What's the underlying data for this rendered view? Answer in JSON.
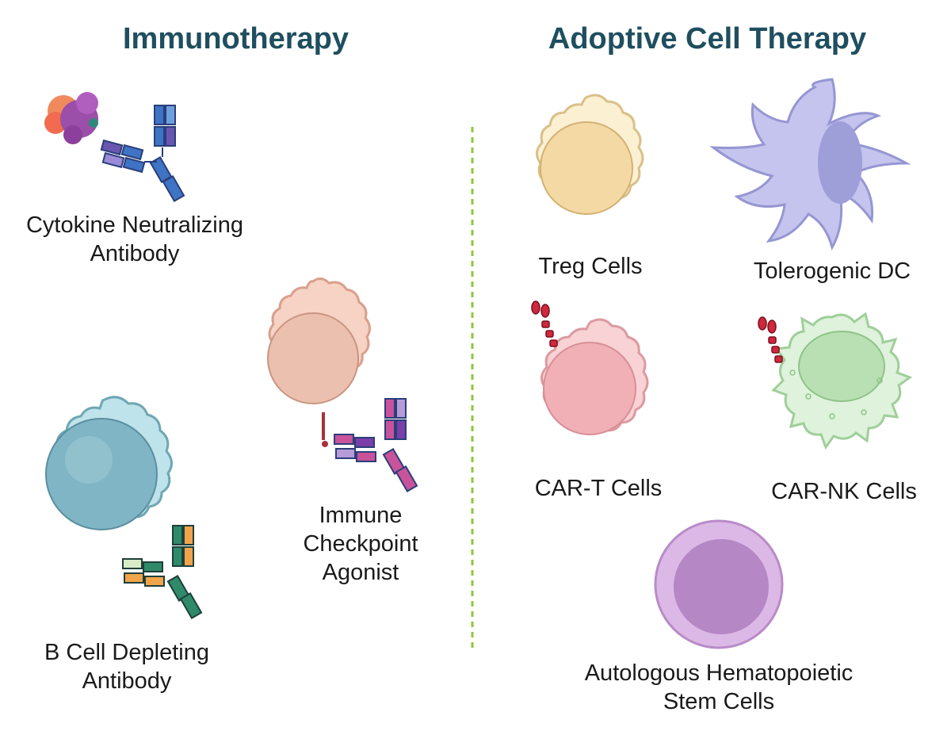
{
  "headings": {
    "left": "Immunotherapy",
    "right": "Adoptive Cell Therapy"
  },
  "labels": {
    "cytokine": [
      "Cytokine Neutralizing",
      "Antibody"
    ],
    "checkpoint": [
      "Immune",
      "Checkpoint",
      "Agonist"
    ],
    "bcell": [
      "B Cell Depleting",
      "Antibody"
    ],
    "treg": [
      "Treg Cells"
    ],
    "dc": [
      "Tolerogenic DC"
    ],
    "cart": [
      "CAR-T Cells"
    ],
    "carnk": [
      "CAR-NK Cells"
    ],
    "stem": [
      "Autologous Hematopoietic",
      "Stem Cells"
    ]
  },
  "colors": {
    "heading": "#1f4e5f",
    "divider": "#8dc63f",
    "treg": "#f6e2b0",
    "dc": "#b9b9e6",
    "cart": "#f2b6bc",
    "carnk": "#cfeccb",
    "stem": "#b98bc8",
    "bcell": "#9fcfd8",
    "checkpoint_cell": "#f3c8b8"
  }
}
